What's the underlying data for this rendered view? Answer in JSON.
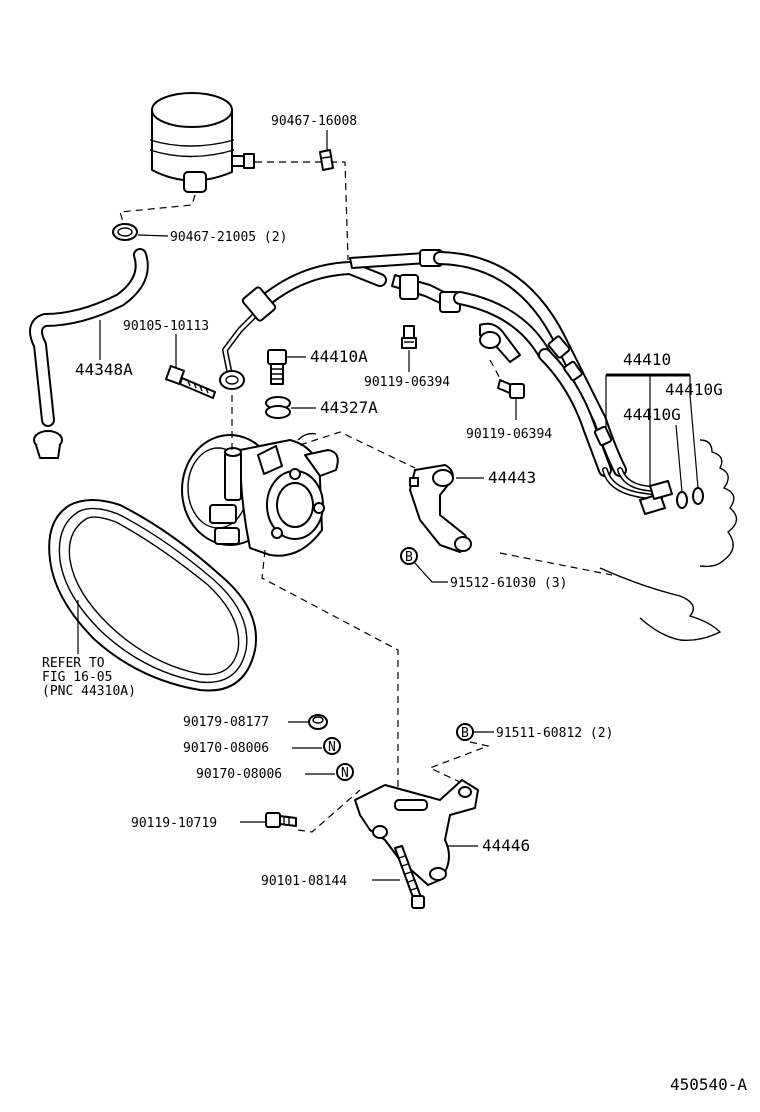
{
  "labels": {
    "clamp_top": "90467-16008",
    "clamp_21005": "90467-21005 (2)",
    "bolt_10113": "90105-10113",
    "hose_44348A": "44348A",
    "bolt_44410A": "44410A",
    "bolt_06394_a": "90119-06394",
    "bolt_06394_b": "90119-06394",
    "gasket_44327A": "44327A",
    "tube_44410": "44410",
    "oring_44410G_a": "44410G",
    "oring_44410G_b": "44410G",
    "bracket_44443": "44443",
    "bolt_61030": "91512-61030 (3)",
    "belt_ref_line1": "REFER TO",
    "belt_ref_line2": "FIG 16-05",
    "belt_ref_line3": "(PNC 44310A)",
    "cap_08177": "90179-08177",
    "nut_08006_a": "90170-08006",
    "nut_08006_b": "90170-08006",
    "bolt_60812": "91511-60812 (2)",
    "bolt_10719": "90119-10719",
    "bracket_44446": "44446",
    "stud_08144": "90101-08144",
    "marker_b1": "B",
    "marker_b2": "B",
    "marker_n1": "N",
    "marker_n2": "N",
    "diagram_id": "450540-A"
  }
}
